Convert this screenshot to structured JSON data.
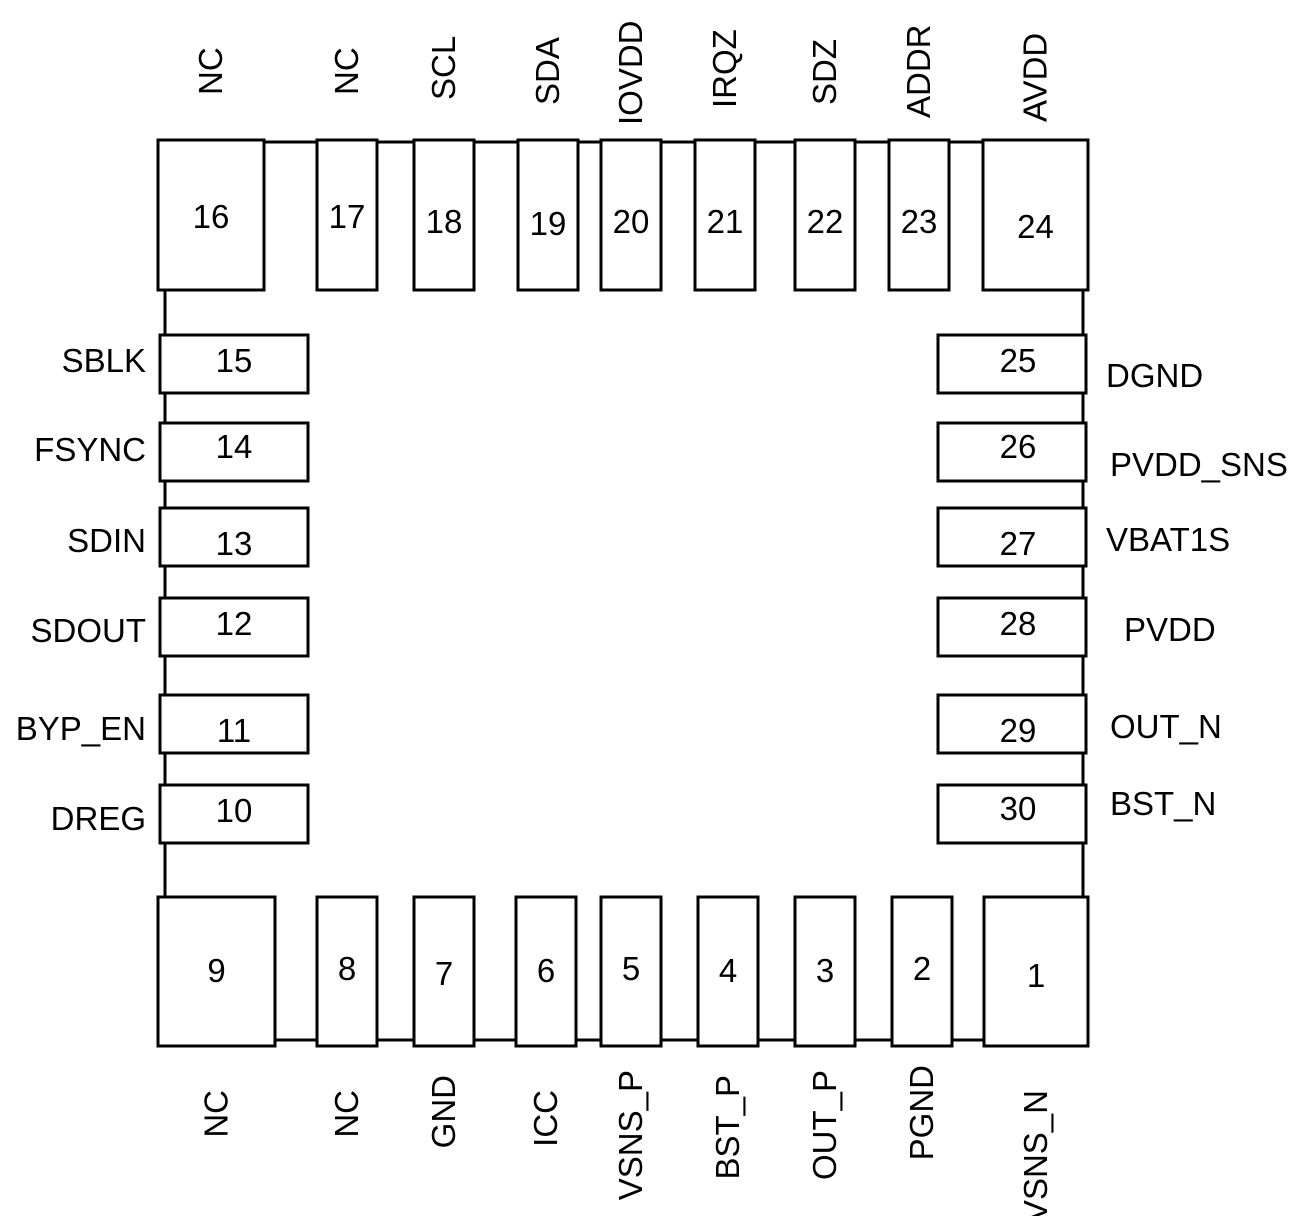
{
  "package": {
    "top_pins": [
      {
        "number": "16",
        "name": "NC"
      },
      {
        "number": "17",
        "name": "NC"
      },
      {
        "number": "18",
        "name": "SCL"
      },
      {
        "number": "19",
        "name": "SDA"
      },
      {
        "number": "20",
        "name": "IOVDD"
      },
      {
        "number": "21",
        "name": "IRQZ"
      },
      {
        "number": "22",
        "name": "SDZ"
      },
      {
        "number": "23",
        "name": "ADDR"
      },
      {
        "number": "24",
        "name": "AVDD"
      }
    ],
    "left_pins": [
      {
        "number": "15",
        "name": "SBLK"
      },
      {
        "number": "14",
        "name": "FSYNC"
      },
      {
        "number": "13",
        "name": "SDIN"
      },
      {
        "number": "12",
        "name": "SDOUT"
      },
      {
        "number": "11",
        "name": "BYP_EN"
      },
      {
        "number": "10",
        "name": "DREG"
      }
    ],
    "right_pins": [
      {
        "number": "25",
        "name": "DGND"
      },
      {
        "number": "26",
        "name": "PVDD_SNS"
      },
      {
        "number": "27",
        "name": "VBAT1S"
      },
      {
        "number": "28",
        "name": "PVDD"
      },
      {
        "number": "29",
        "name": "OUT_N"
      },
      {
        "number": "30",
        "name": "BST_N"
      }
    ],
    "bottom_pins": [
      {
        "number": "9",
        "name": "NC"
      },
      {
        "number": "8",
        "name": "NC"
      },
      {
        "number": "7",
        "name": "GND"
      },
      {
        "number": "6",
        "name": "ICC"
      },
      {
        "number": "5",
        "name": "VSNS_P"
      },
      {
        "number": "4",
        "name": "BST_P"
      },
      {
        "number": "3",
        "name": "OUT_P"
      },
      {
        "number": "2",
        "name": "PGND"
      },
      {
        "number": "1",
        "name": "VSNS_N"
      }
    ]
  }
}
